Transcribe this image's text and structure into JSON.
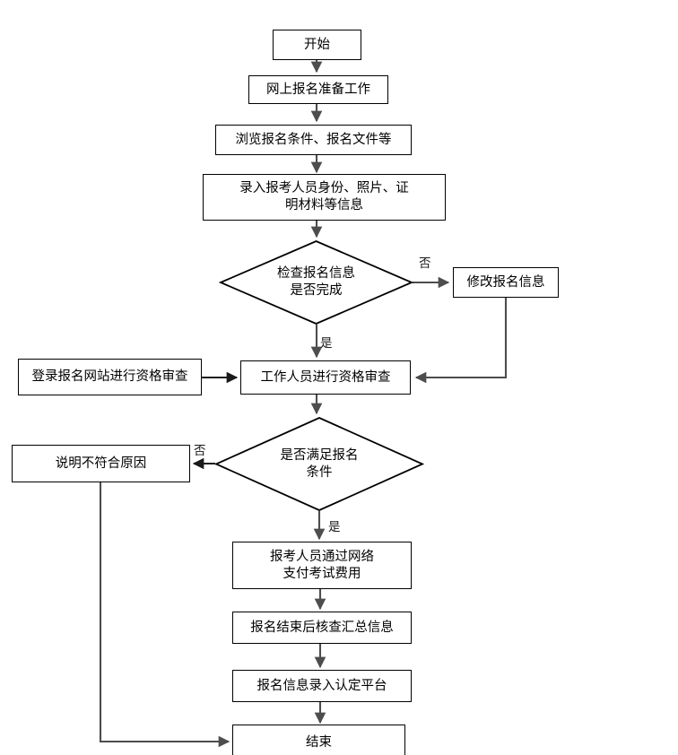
{
  "diagram": {
    "type": "flowchart",
    "title_text": "",
    "orientation": "top-to-bottom",
    "colors": {
      "node_stroke": "#000000",
      "node_fill": "#ffffff",
      "edge_stroke": "#4d4d4d",
      "edge_stroke_dark": "#1a1a1a",
      "text": "#000000",
      "background": "#ffffff"
    },
    "nodes": [
      {
        "id": "start",
        "shape": "rect",
        "label": "开始"
      },
      {
        "id": "prepare",
        "shape": "rect",
        "label": "网上报名准备工作"
      },
      {
        "id": "browse",
        "shape": "rect",
        "label": "浏览报名条件、报名文件等"
      },
      {
        "id": "enter_info",
        "shape": "rect",
        "label": "录入报考人员身份、照片、证\n明材料等信息"
      },
      {
        "id": "check_done",
        "shape": "diamond",
        "label": "检查报名信息\n是否完成"
      },
      {
        "id": "modify_info",
        "shape": "rect",
        "label": "修改报名信息"
      },
      {
        "id": "login_site",
        "shape": "rect",
        "label": "登录报名网站进行资格审查"
      },
      {
        "id": "staff_review",
        "shape": "rect",
        "label": "工作人员进行资格审查"
      },
      {
        "id": "meet_cond",
        "shape": "diamond",
        "label": "是否满足报名\n条件"
      },
      {
        "id": "explain",
        "shape": "rect",
        "label": "说明不符合原因"
      },
      {
        "id": "pay_fee",
        "shape": "rect",
        "label": "报考人员通过网络\n支付考试费用"
      },
      {
        "id": "verify_sum",
        "shape": "rect",
        "label": "报名结束后核查汇总信息"
      },
      {
        "id": "upload_plat",
        "shape": "rect",
        "label": "报名信息录入认定平台"
      },
      {
        "id": "end",
        "shape": "rect",
        "label": "结束"
      }
    ],
    "edge_labels": {
      "check_done_no": "否",
      "check_done_yes": "是",
      "meet_cond_no": "否",
      "meet_cond_yes": "是"
    },
    "edges": [
      {
        "from": "start",
        "to": "prepare",
        "label": ""
      },
      {
        "from": "prepare",
        "to": "browse",
        "label": ""
      },
      {
        "from": "browse",
        "to": "enter_info",
        "label": ""
      },
      {
        "from": "enter_info",
        "to": "check_done",
        "label": ""
      },
      {
        "from": "check_done",
        "to": "modify_info",
        "label": "否"
      },
      {
        "from": "check_done",
        "to": "staff_review",
        "label": "是"
      },
      {
        "from": "modify_info",
        "to": "staff_review",
        "label": ""
      },
      {
        "from": "login_site",
        "to": "staff_review",
        "label": ""
      },
      {
        "from": "staff_review",
        "to": "meet_cond",
        "label": ""
      },
      {
        "from": "meet_cond",
        "to": "explain",
        "label": "否"
      },
      {
        "from": "meet_cond",
        "to": "pay_fee",
        "label": "是"
      },
      {
        "from": "explain",
        "to": "end",
        "label": ""
      },
      {
        "from": "pay_fee",
        "to": "verify_sum",
        "label": ""
      },
      {
        "from": "verify_sum",
        "to": "upload_plat",
        "label": ""
      },
      {
        "from": "upload_plat",
        "to": "end",
        "label": ""
      }
    ]
  }
}
